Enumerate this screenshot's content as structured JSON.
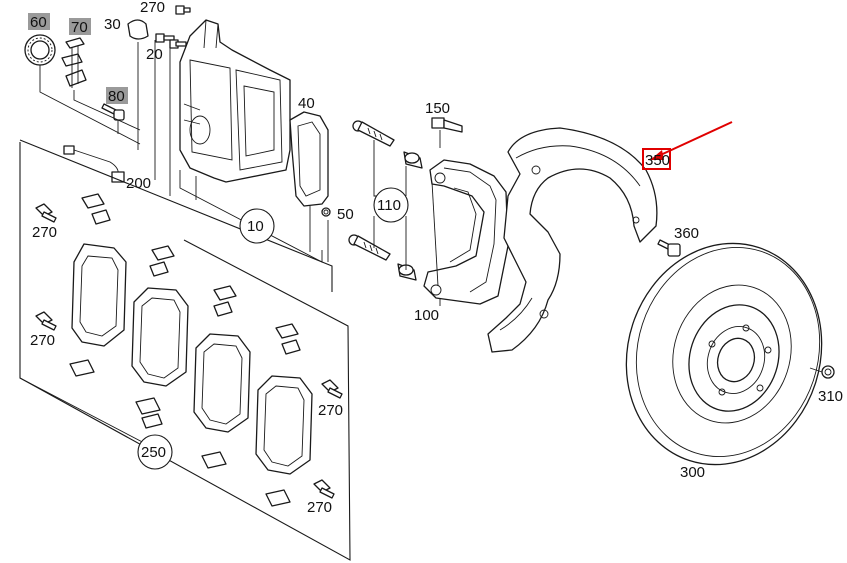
{
  "labels": {
    "p60": "60",
    "p70": "70",
    "p80": "80",
    "p30": "30",
    "p270_top": "270",
    "p20": "20",
    "p40": "40",
    "p150": "150",
    "p200": "200",
    "p10": "10",
    "p50": "50",
    "p110": "110",
    "p100": "100",
    "p350": "350",
    "p360": "360",
    "p270_a": "270",
    "p270_b": "270",
    "p270_c": "270",
    "p270_d": "270",
    "p250": "250",
    "p310": "310",
    "p300": "300"
  },
  "colors": {
    "highlight_box": "#9a9a9a",
    "callout_red": "#e00000",
    "line": "#1a1a1a"
  }
}
